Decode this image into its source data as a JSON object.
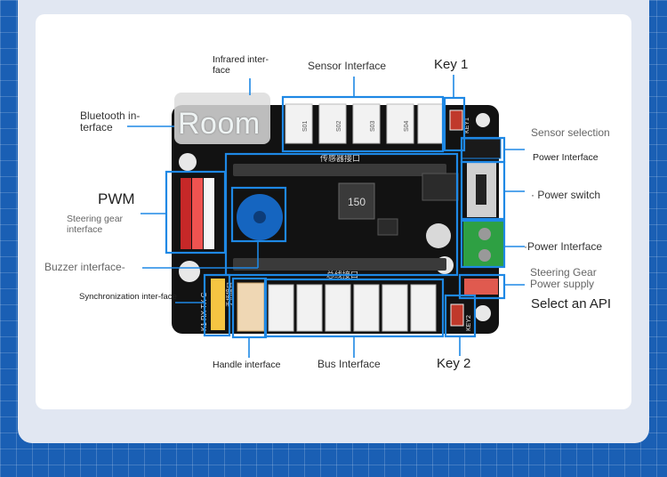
{
  "title_labels": {
    "infrared": "Infrared inter-face",
    "sensor": "Sensor Interface",
    "key1": "Key 1",
    "bluetooth": "Bluetooth in-terface",
    "sensor_selection": "Sensor selection",
    "power_interface_top": "Power Interface",
    "power_switch": "· Power switch",
    "pwm": "PWM",
    "steering_gear_interface": "Steering gear interface",
    "power_interface_right": "·Power Interface",
    "buzzer": "Buzzer interface-",
    "steering_gear_power": "Steering Gear Power supply",
    "synchronization": "Synchronization inter-face",
    "select_api": "Select an API",
    "handle": "Handle interface",
    "bus": "Bus Interface",
    "key2": "Key 2"
  },
  "watermark": "Room",
  "board_text": {
    "sensor_port": "传感器接口",
    "bus_port": "总线接口",
    "inductor": "150",
    "key1_mark": "KEY1",
    "key2_mark": "KEY2",
    "sync_pins": "K1 RX TX G",
    "handle_mark": "手柄接口",
    "sensor_pins": [
      "S01",
      "S02",
      "S03",
      "S04"
    ]
  },
  "colors": {
    "highlight": "#1e88e5",
    "board": "#141414",
    "background": "#1a5fb4"
  }
}
